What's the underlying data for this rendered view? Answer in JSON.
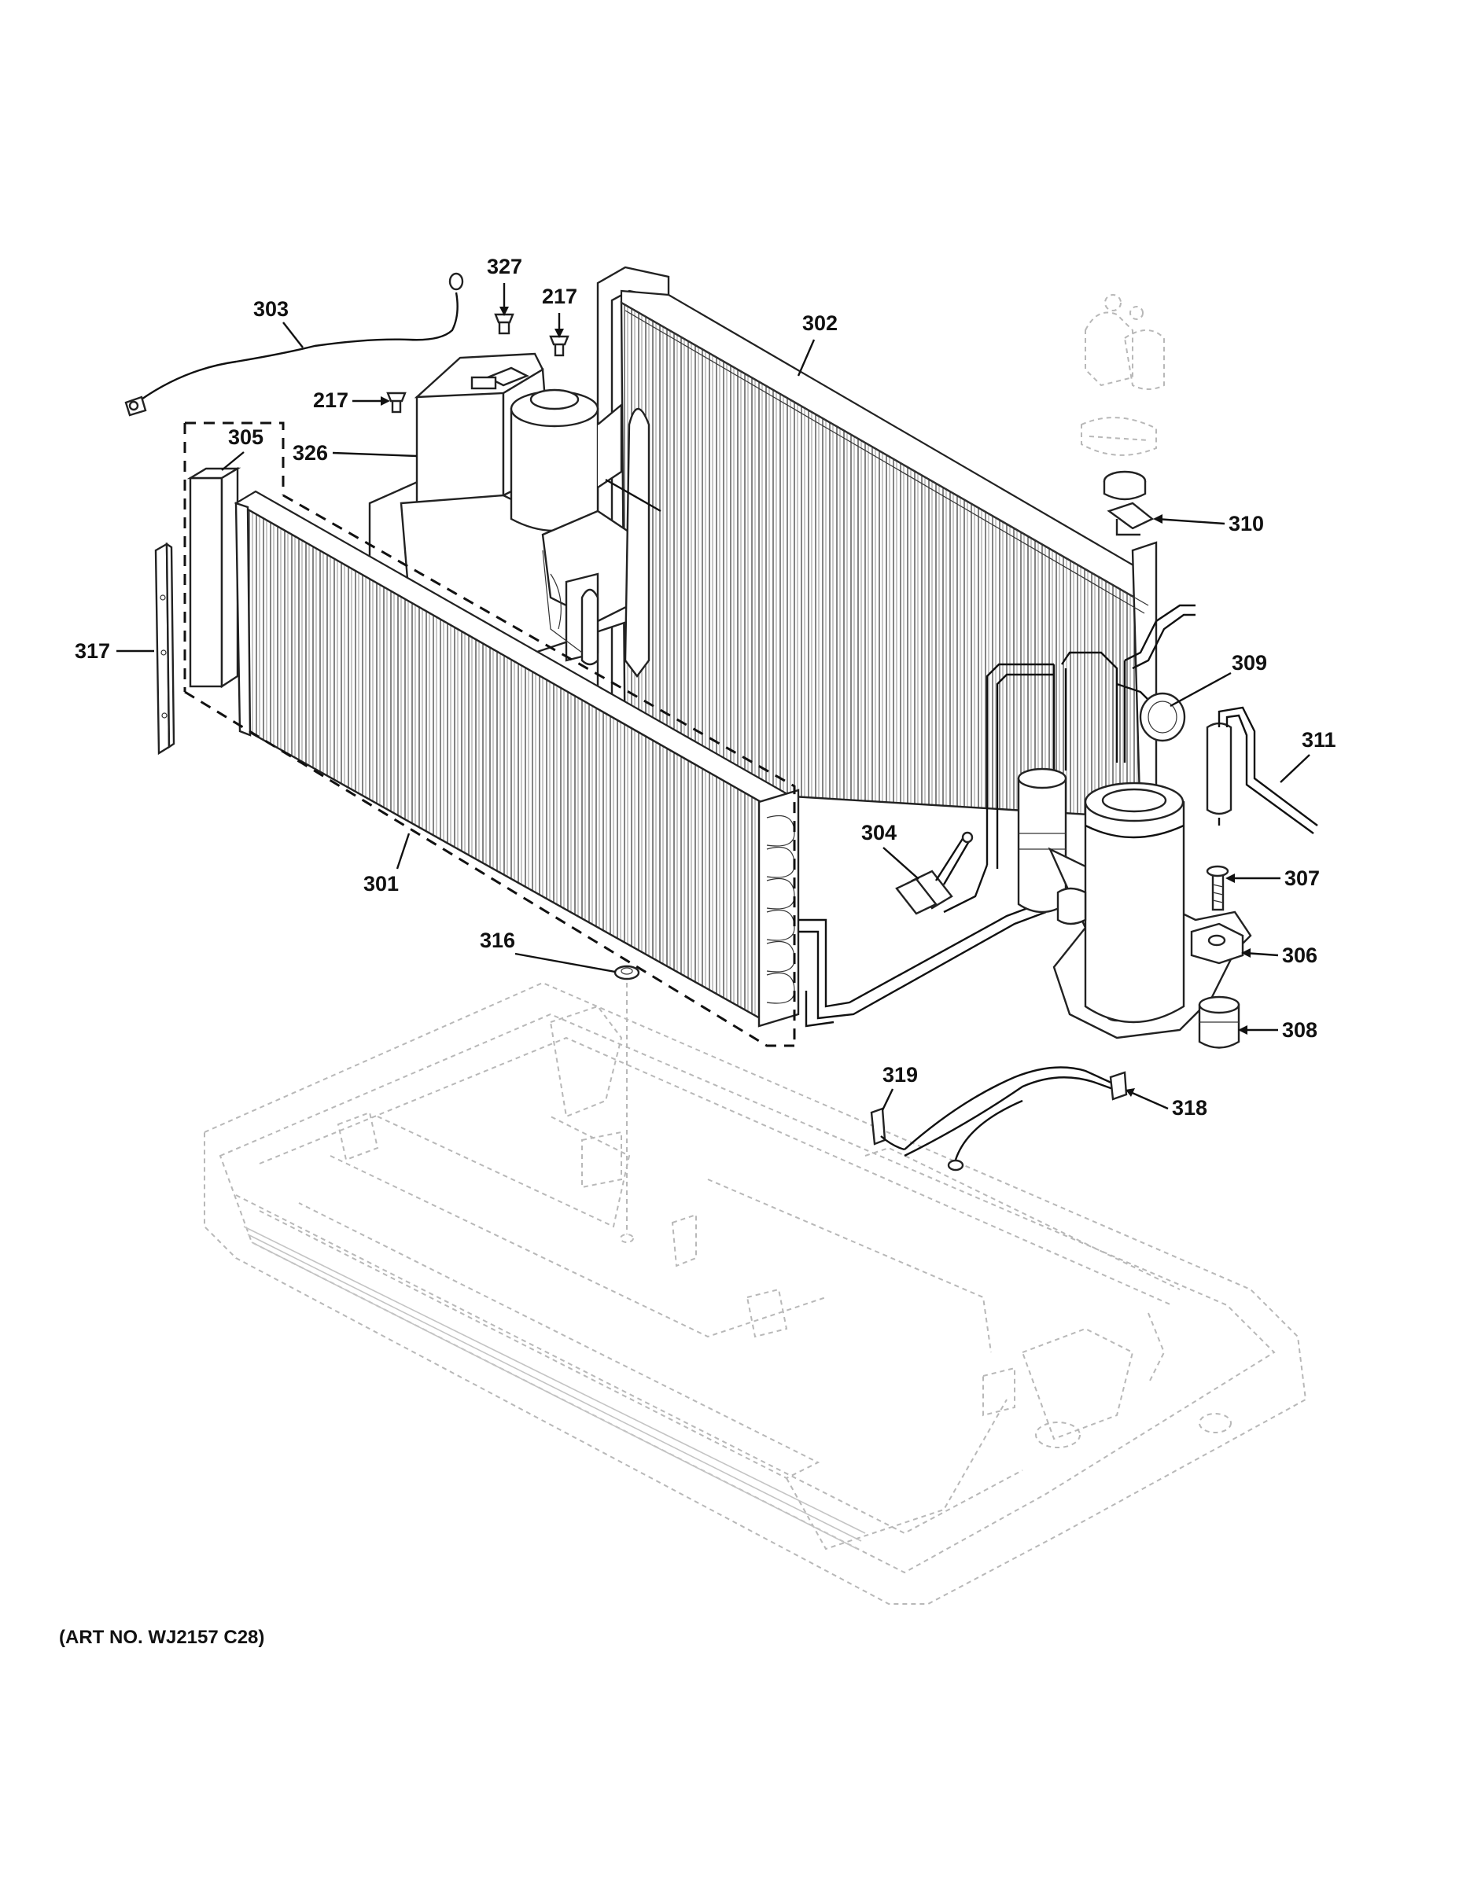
{
  "callouts": [
    {
      "id": "c327",
      "text": "327"
    },
    {
      "id": "c217a",
      "text": "217"
    },
    {
      "id": "c302",
      "text": "302"
    },
    {
      "id": "c303",
      "text": "303"
    },
    {
      "id": "c217b",
      "text": "217"
    },
    {
      "id": "c305",
      "text": "305"
    },
    {
      "id": "c326",
      "text": "326"
    },
    {
      "id": "c310",
      "text": "310"
    },
    {
      "id": "c317",
      "text": "317"
    },
    {
      "id": "c309",
      "text": "309"
    },
    {
      "id": "c311",
      "text": "311"
    },
    {
      "id": "c304",
      "text": "304"
    },
    {
      "id": "c307",
      "text": "307"
    },
    {
      "id": "c301",
      "text": "301"
    },
    {
      "id": "c316",
      "text": "316"
    },
    {
      "id": "c306",
      "text": "306"
    },
    {
      "id": "c308",
      "text": "308"
    },
    {
      "id": "c319",
      "text": "319"
    },
    {
      "id": "c318",
      "text": "318"
    }
  ],
  "art_number": "(ART NO. WJ2157 C28)"
}
